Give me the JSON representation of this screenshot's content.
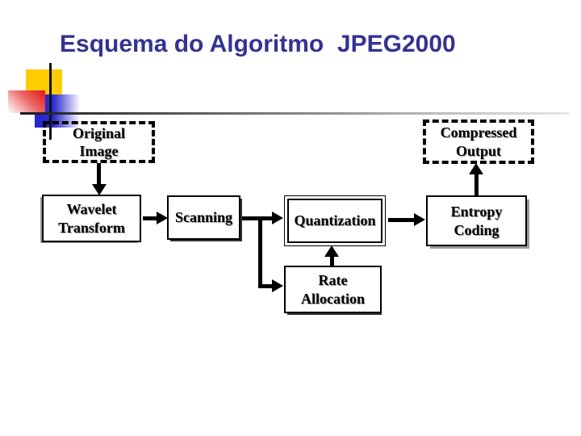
{
  "slide": {
    "title": "Esquema do Algoritmo  JPEG2000"
  },
  "colors": {
    "title_text": "#333391",
    "bullet_yellow": "#FFCC00",
    "bullet_red": "#E01515",
    "bullet_blue": "#2B2BD0",
    "diagram_line": "#000000",
    "background": "#FFFFFF"
  },
  "diagram": {
    "nodes": {
      "original_image": {
        "label": "Original\nImage",
        "style": "dashed"
      },
      "wavelet": {
        "label": "Wavelet\nTransform",
        "style": "solid"
      },
      "scanning": {
        "label": "Scanning",
        "style": "solid"
      },
      "quantization": {
        "label": "Quantization",
        "style": "double"
      },
      "entropy": {
        "label": "Entropy\nCoding",
        "style": "solid"
      },
      "compressed_output": {
        "label": "Compressed\nOutput",
        "style": "dashed"
      },
      "rate_allocation": {
        "label": "Rate\nAllocation",
        "style": "solid"
      }
    },
    "connections": [
      {
        "from": "original_image",
        "to": "wavelet"
      },
      {
        "from": "wavelet",
        "to": "scanning"
      },
      {
        "from": "scanning",
        "to": "quantization"
      },
      {
        "from": "scanning",
        "to": "rate_allocation"
      },
      {
        "from": "rate_allocation",
        "to": "quantization"
      },
      {
        "from": "quantization",
        "to": "entropy"
      },
      {
        "from": "entropy",
        "to": "compressed_output"
      }
    ]
  }
}
